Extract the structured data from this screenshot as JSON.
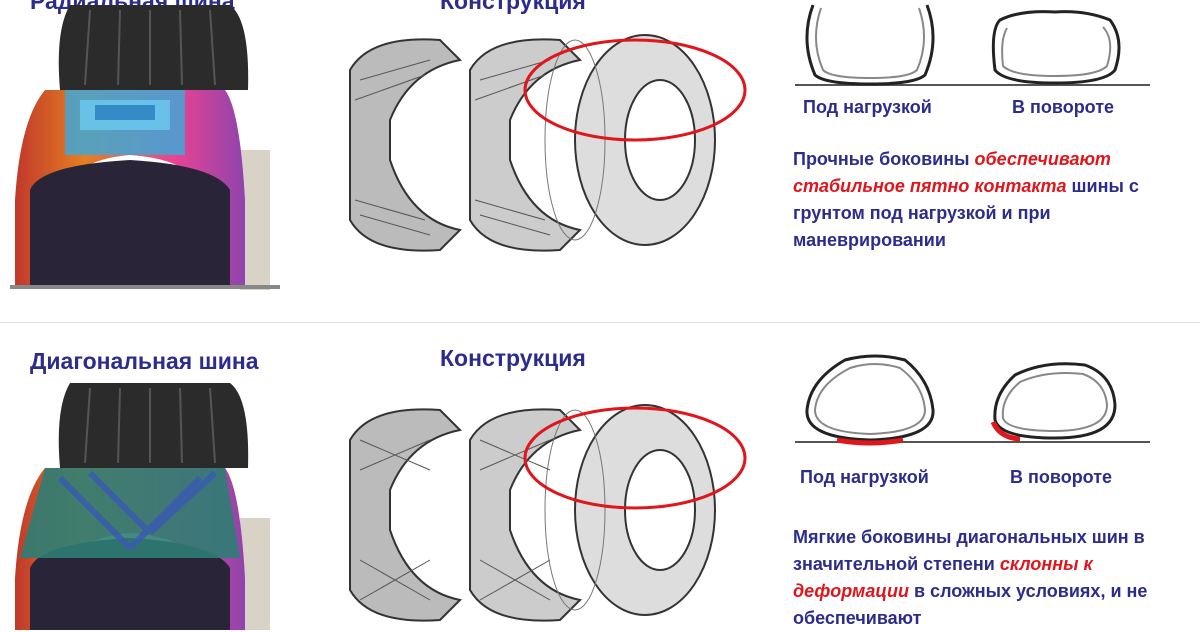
{
  "top": {
    "title_left": "Радиальная шина",
    "title_middle": "Конструкция",
    "caption_load": "Под нагрузкой",
    "caption_turn": "В повороте",
    "text_1": "Прочные боковины ",
    "text_hl1": "обеспечивают",
    "text_2": " ",
    "text_hl2": "стабильное пятно контакта",
    "text_3": " шины с грунтом под нагрузкой и при маневрировании"
  },
  "bottom": {
    "title_left": "Диагональная шина",
    "title_middle": "Конструкция",
    "caption_load": "Под нагрузкой",
    "caption_turn": "В повороте",
    "text_1": "Мягкие боковины диагональных шин в значительной степени ",
    "text_hl": "склонны к деформации",
    "text_2": " в сложных условиях, и не обеспечивают"
  },
  "colors": {
    "text_blue": "#2c2c8c",
    "highlight_red": "#e0161d",
    "ellipse_red": "#e0161d"
  }
}
